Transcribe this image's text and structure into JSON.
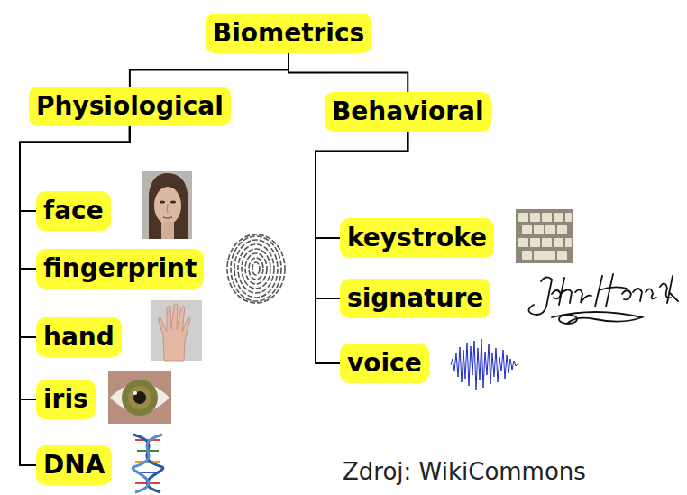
{
  "diagram": {
    "nodes": [
      {
        "text": [
          "Biometrics"
        ]
      },
      {
        "text": [
          "Physiological"
        ]
      },
      {
        "text": [
          "Behavioral"
        ]
      },
      {
        "text": [
          "face"
        ]
      },
      {
        "text": [
          "fingerprint"
        ]
      },
      {
        "text": [
          "hand"
        ]
      },
      {
        "text": [
          "iris"
        ]
      },
      {
        "text": [
          "DNA"
        ]
      },
      {
        "text": [
          "keystroke"
        ]
      },
      {
        "text": [
          "signature"
        ]
      },
      {
        "text": [
          "voice"
        ]
      }
    ],
    "edges": [
      {
        "from": 0,
        "to": 1,
        "arrow": "none"
      },
      {
        "from": 0,
        "to": 2,
        "arrow": "none"
      },
      {
        "from": 1,
        "to": 3,
        "arrow": "none"
      },
      {
        "from": 1,
        "to": 4,
        "arrow": "none"
      },
      {
        "from": 1,
        "to": 5,
        "arrow": "none"
      },
      {
        "from": 1,
        "to": 6,
        "arrow": "none"
      },
      {
        "from": 1,
        "to": 7,
        "arrow": "none"
      },
      {
        "from": 2,
        "to": 8,
        "arrow": "none"
      },
      {
        "from": 2,
        "to": 9,
        "arrow": "none"
      },
      {
        "from": 2,
        "to": 10,
        "arrow": "none"
      }
    ],
    "labels": [
      "Zdroj: WikiCommons"
    ]
  }
}
